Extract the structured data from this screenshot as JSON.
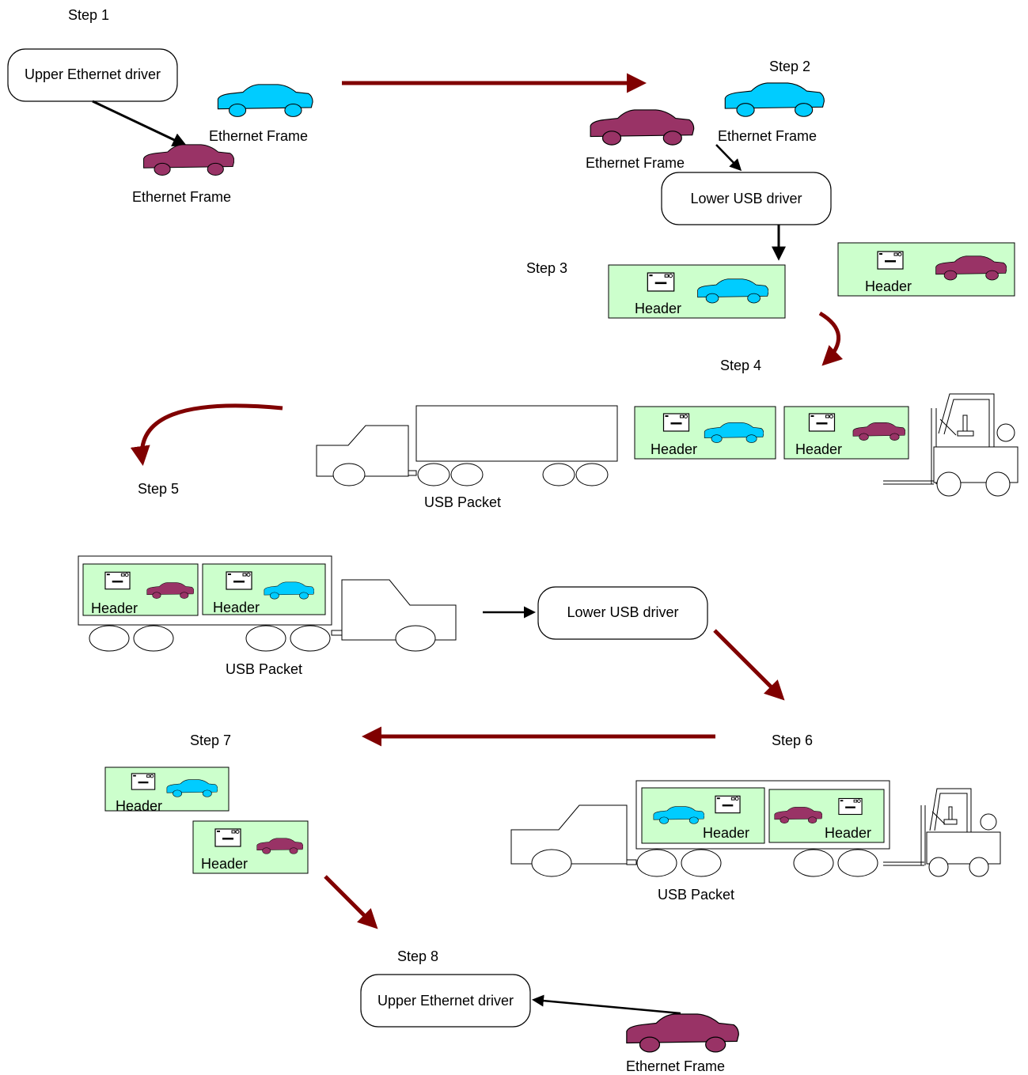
{
  "colors": {
    "blue_car": "#00CCFF",
    "purple_car": "#993366",
    "header_box": "#CCFFCC",
    "flow_arrow": "#800000",
    "black_arrow": "#000000",
    "outline": "#000000"
  },
  "icons": {
    "car": "car-icon",
    "envelope": "envelope-icon",
    "truck": "truck-icon",
    "forklift": "forklift-icon"
  },
  "steps": {
    "s1": "Step 1",
    "s2": "Step 2",
    "s3": "Step 3",
    "s4": "Step 4",
    "s5": "Step 5",
    "s6": "Step 6",
    "s7": "Step 7",
    "s8": "Step 8"
  },
  "labels": {
    "upper_driver": "Upper Ethernet driver",
    "lower_driver": "Lower USB driver",
    "ethernet_frame": "Ethernet Frame",
    "header": "Header",
    "usb_packet": "USB Packet"
  }
}
